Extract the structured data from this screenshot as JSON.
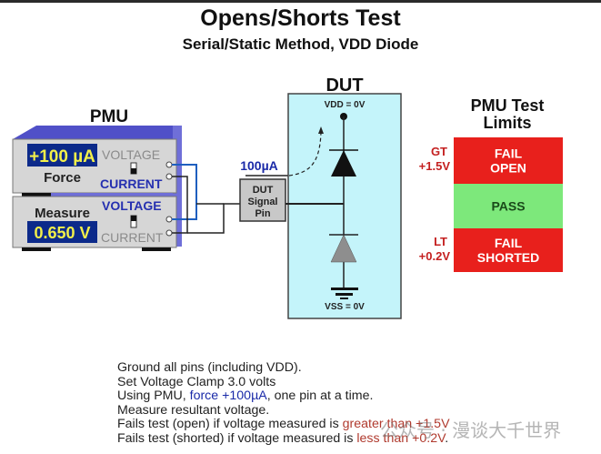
{
  "title": "Opens/Shorts Test",
  "subtitle": "Serial/Static Method, VDD Diode",
  "pmu": {
    "label": "PMU",
    "force_display": "+100 µA",
    "force_label": "Force",
    "measure_label": "Measure",
    "measure_display": "0.650 V",
    "top_unit": {
      "voltage": "VOLTAGE",
      "current": "CURRENT",
      "active": "CURRENT"
    },
    "bottom_unit": {
      "voltage": "VOLTAGE",
      "current": "CURRENT",
      "active": "VOLTAGE"
    }
  },
  "signal": {
    "current_label": "100µA",
    "pin_label_lines": [
      "DUT",
      "Signal",
      "Pin"
    ]
  },
  "dut": {
    "label": "DUT",
    "vdd_label": "VDD = 0V",
    "vss_label": "VSS = 0V"
  },
  "limits": {
    "title_lines": [
      "PMU Test",
      "Limits"
    ],
    "bands": [
      {
        "name": "fail-open",
        "lines": [
          "FAIL",
          "OPEN"
        ],
        "color": "#e8201c"
      },
      {
        "name": "pass",
        "lines": [
          "PASS"
        ],
        "color": "#7de87b"
      },
      {
        "name": "fail-shorted",
        "lines": [
          "FAIL",
          "SHORTED"
        ],
        "color": "#e8201c"
      }
    ],
    "upper": {
      "cmp": "GT",
      "value": "+1.5V"
    },
    "lower": {
      "cmp": "LT",
      "value": "+0.2V"
    }
  },
  "instructions": [
    {
      "parts": [
        {
          "t": "Ground all pins (including VDD)."
        }
      ]
    },
    {
      "parts": [
        {
          "t": "Set Voltage Clamp 3.0 volts"
        }
      ]
    },
    {
      "parts": [
        {
          "t": "Using PMU, "
        },
        {
          "t": "force +100µA",
          "c": "blue"
        },
        {
          "t": ", one pin at a time."
        }
      ]
    },
    {
      "parts": [
        {
          "t": "Measure resultant voltage."
        }
      ]
    },
    {
      "parts": [
        {
          "t": "Fails test (open) if voltage measured is "
        },
        {
          "t": "greater than +1.5V",
          "c": "red"
        }
      ]
    },
    {
      "parts": [
        {
          "t": "Fails test (shorted) if voltage measured is "
        },
        {
          "t": "less than +0.2V",
          "c": "red"
        },
        {
          "t": "."
        }
      ]
    }
  ],
  "watermark": "公众号 · 漫谈大千世界",
  "colors": {
    "display_bg": "#0c2a8a",
    "display_text": "#f2f04a",
    "panel": "#d6d6d6",
    "panel_side": "#6f6fd8",
    "dut_bg": "#c4f4fa",
    "wire_blue": "#1f5fbf",
    "active_text": "#2530b0",
    "inactive_text": "#8a8a8a"
  }
}
